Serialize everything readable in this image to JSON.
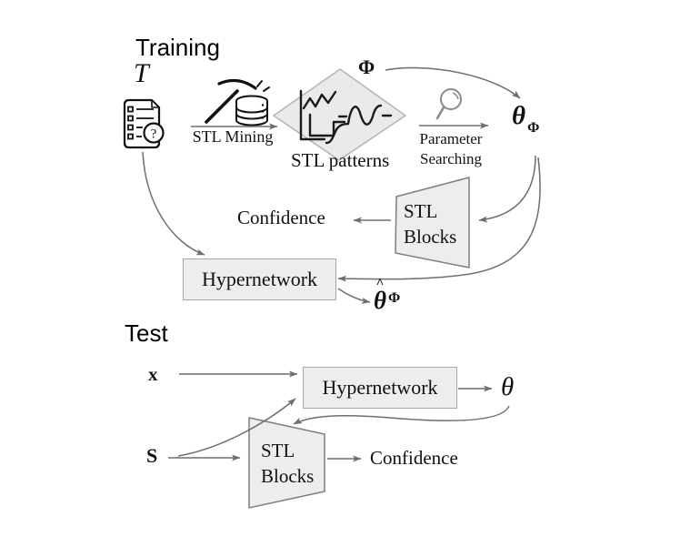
{
  "figure": {
    "type": "training-test-pipeline-diagram"
  },
  "colors": {
    "background": "#ffffff",
    "arrow": "#6e6e6e",
    "shape_fill": "#ededed",
    "diamond_fill": "#eaeaea",
    "shape_stroke": "#7f7f7f",
    "box_stroke": "#a6a6a6",
    "ink": "#111111",
    "icon_gray": "#8a8a8a"
  },
  "training": {
    "title": "Training",
    "dataset_symbol": "T",
    "mining_label": "STL Mining",
    "patterns_label": "STL patterns",
    "phi_symbol": "Φ",
    "param_search_line1": "Parameter",
    "param_search_line2": "Searching",
    "theta_phi_base": "θ",
    "theta_phi_sub": "Φ",
    "confidence_label": "Confidence",
    "stl_blocks_line1": "STL",
    "stl_blocks_line2": "Blocks",
    "hypernetwork_label": "Hypernetwork",
    "theta_hat_accent": "^",
    "theta_hat_base": "θ",
    "theta_hat_sub": "Φ",
    "document_icon_question": "?"
  },
  "test": {
    "title": "Test",
    "x_symbol": "x",
    "s_symbol": "S",
    "hypernetwork_label": "Hypernetwork",
    "theta_symbol": "θ",
    "stl_blocks_line1": "STL",
    "stl_blocks_line2": "Blocks",
    "confidence_label": "Confidence"
  },
  "icons": {
    "document": "document-checklist-question-icon",
    "mining": "pickaxe-database-icon",
    "search": "magnifying-glass-icon"
  }
}
